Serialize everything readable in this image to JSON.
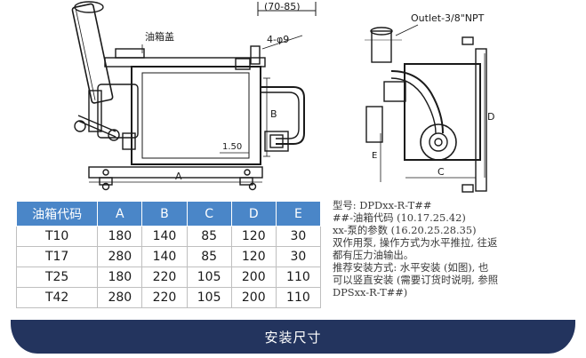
{
  "drawing": {
    "labels": {
      "tank_cover": "油箱盖",
      "dim_top": "(70-85)",
      "holes": "4-φ9",
      "outlet": "Outlet-3/8\"NPT",
      "dim_a": "A",
      "dim_b": "B",
      "dim_c": "C",
      "dim_d": "D",
      "dim_e": "E",
      "dim_150": "1.50"
    }
  },
  "table": {
    "headers": [
      "油箱代码",
      "A",
      "B",
      "C",
      "D",
      "E"
    ],
    "rows": [
      [
        "T10",
        "180",
        "140",
        "85",
        "120",
        "30"
      ],
      [
        "T17",
        "280",
        "140",
        "85",
        "120",
        "30"
      ],
      [
        "T25",
        "180",
        "220",
        "105",
        "200",
        "110"
      ],
      [
        "T42",
        "280",
        "220",
        "105",
        "200",
        "110"
      ]
    ]
  },
  "notes": {
    "lines": [
      "型号: DPDxx-R-T##",
      "##-油箱代码 (10.17.25.42)",
      "xx-泵的参数 (16.20.25.28.35)",
      "双作用泵, 操作方式为水平推拉, 往返",
      "都有压力油输出。",
      "推荐安装方式: 水平安装 (如图), 也",
      "可以竖直安装 (需要订货时说明, 参照",
      "DPSxx-R-T##)"
    ]
  },
  "footer": {
    "title": "安装尺寸"
  },
  "colors": {
    "header_blue": "#4a86c8",
    "footer_navy": "#23345e"
  }
}
